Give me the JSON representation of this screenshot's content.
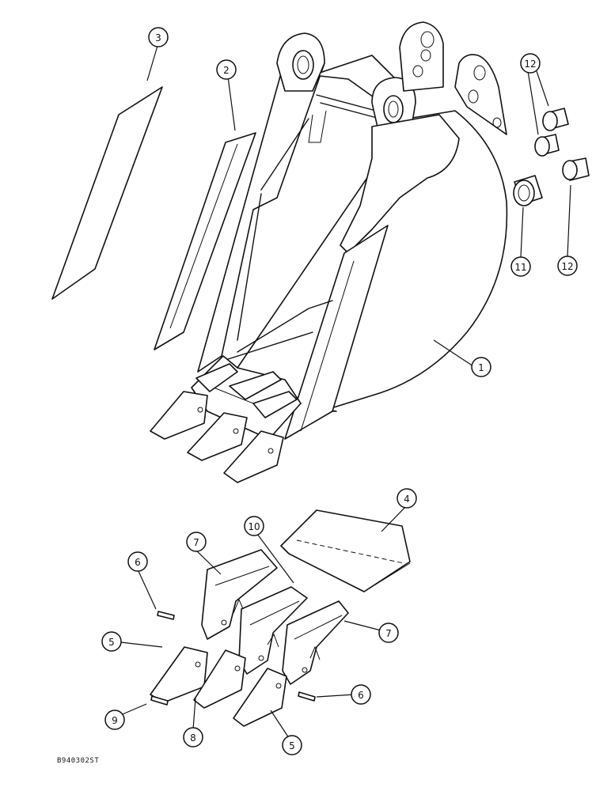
{
  "callouts": [
    {
      "id": "c1",
      "label": "1"
    },
    {
      "id": "c2",
      "label": "2"
    },
    {
      "id": "c3",
      "label": "3"
    },
    {
      "id": "c4",
      "label": "4"
    },
    {
      "id": "c5a",
      "label": "5"
    },
    {
      "id": "c5b",
      "label": "5"
    },
    {
      "id": "c6a",
      "label": "6"
    },
    {
      "id": "c6b",
      "label": "6"
    },
    {
      "id": "c7a",
      "label": "7"
    },
    {
      "id": "c7b",
      "label": "7"
    },
    {
      "id": "c8",
      "label": "8"
    },
    {
      "id": "c9",
      "label": "9"
    },
    {
      "id": "c10",
      "label": "10"
    },
    {
      "id": "c11",
      "label": "11"
    },
    {
      "id": "c12a",
      "label": "12"
    },
    {
      "id": "c12b",
      "label": "12"
    }
  ],
  "figure_code": "B940302ST"
}
